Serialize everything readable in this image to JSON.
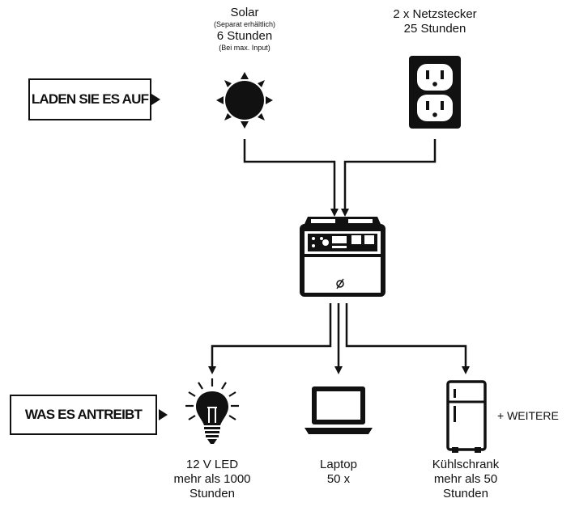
{
  "tags": {
    "charge": "LADEN SIE ES AUF",
    "power": "WAS ES ANTREIBT"
  },
  "sources": {
    "solar": {
      "title": "Solar",
      "note": "(Separat erhältlich)",
      "duration": "6 Stunden",
      "note2": "(Bei max. Input)"
    },
    "outlet": {
      "line1": "2 x Netzstecker",
      "line2": "25 Stunden"
    }
  },
  "devices": {
    "led": {
      "line1": "12 V LED",
      "line2": "mehr als 1000",
      "line3": "Stunden"
    },
    "laptop": {
      "line1": "Laptop",
      "line2": "50 x"
    },
    "fridge": {
      "line1": "Kühlschrank",
      "line2": "mehr als 50",
      "line3": "Stunden"
    }
  },
  "more": "+ WEITERE",
  "colors": {
    "ink": "#111111",
    "background": "#ffffff"
  }
}
